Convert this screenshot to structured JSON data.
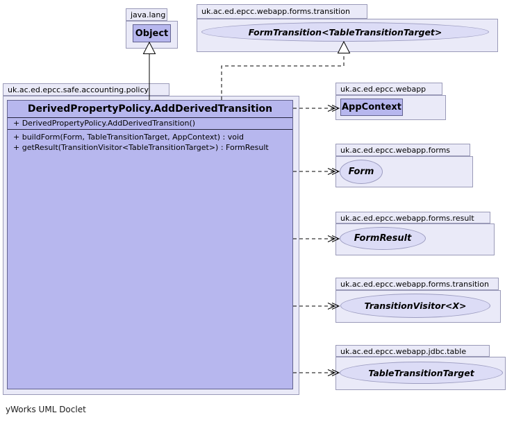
{
  "attribution": "yWorks UML Doclet",
  "colors": {
    "package_fill": "#eaeaf8",
    "package_border": "#9a9ab8",
    "node_fill": "#b7b7ee",
    "node_border": "#62628f",
    "interface_fill": "#dcdcf6",
    "interface_border": "#9c9cc0",
    "edge_color": "#000000"
  },
  "packages": {
    "java_lang": {
      "name": "java.lang"
    },
    "forms_transition_top": {
      "name": "uk.ac.ed.epcc.webapp.forms.transition"
    },
    "policy": {
      "name": "uk.ac.ed.epcc.safe.accounting.policy"
    },
    "webapp": {
      "name": "uk.ac.ed.epcc.webapp"
    },
    "forms": {
      "name": "uk.ac.ed.epcc.webapp.forms"
    },
    "forms_result": {
      "name": "uk.ac.ed.epcc.webapp.forms.result"
    },
    "forms_transition_right": {
      "name": "uk.ac.ed.epcc.webapp.forms.transition"
    },
    "jdbc_table": {
      "name": "uk.ac.ed.epcc.webapp.jdbc.table"
    }
  },
  "nodes": {
    "object": {
      "kind": "class",
      "label": "Object"
    },
    "form_transition": {
      "kind": "interface",
      "label": "FormTransition<TableTransitionTarget>"
    },
    "main": {
      "kind": "class",
      "label": "DerivedPropertyPolicy.AddDerivedTransition",
      "constructor": "+ DerivedPropertyPolicy.AddDerivedTransition()",
      "methods": [
        "+ buildForm(Form, TableTransitionTarget, AppContext) : void",
        "+ getResult(TransitionVisitor<TableTransitionTarget>) : FormResult"
      ]
    },
    "app_context": {
      "kind": "class",
      "label": "AppContext"
    },
    "form": {
      "kind": "interface",
      "label": "Form"
    },
    "form_result": {
      "kind": "interface",
      "label": "FormResult"
    },
    "transition_visitor": {
      "kind": "interface",
      "label": "TransitionVisitor<X>"
    },
    "table_transition_target": {
      "kind": "interface",
      "label": "TableTransitionTarget"
    }
  },
  "relations": [
    {
      "from": "DerivedPropertyPolicy.AddDerivedTransition",
      "to": "Object",
      "type": "extends",
      "line": "solid",
      "head": "hollow-triangle"
    },
    {
      "from": "DerivedPropertyPolicy.AddDerivedTransition",
      "to": "FormTransition<TableTransitionTarget>",
      "type": "implements",
      "line": "dashed",
      "head": "hollow-triangle"
    },
    {
      "from": "DerivedPropertyPolicy.AddDerivedTransition",
      "to": "AppContext",
      "type": "dependency",
      "line": "dashed",
      "head": "open-arrow"
    },
    {
      "from": "DerivedPropertyPolicy.AddDerivedTransition",
      "to": "Form",
      "type": "dependency",
      "line": "dashed",
      "head": "open-arrow"
    },
    {
      "from": "DerivedPropertyPolicy.AddDerivedTransition",
      "to": "FormResult",
      "type": "dependency",
      "line": "dashed",
      "head": "open-arrow"
    },
    {
      "from": "DerivedPropertyPolicy.AddDerivedTransition",
      "to": "TransitionVisitor<X>",
      "type": "dependency",
      "line": "dashed",
      "head": "open-arrow"
    },
    {
      "from": "DerivedPropertyPolicy.AddDerivedTransition",
      "to": "TableTransitionTarget",
      "type": "dependency",
      "line": "dashed",
      "head": "open-arrow"
    }
  ]
}
